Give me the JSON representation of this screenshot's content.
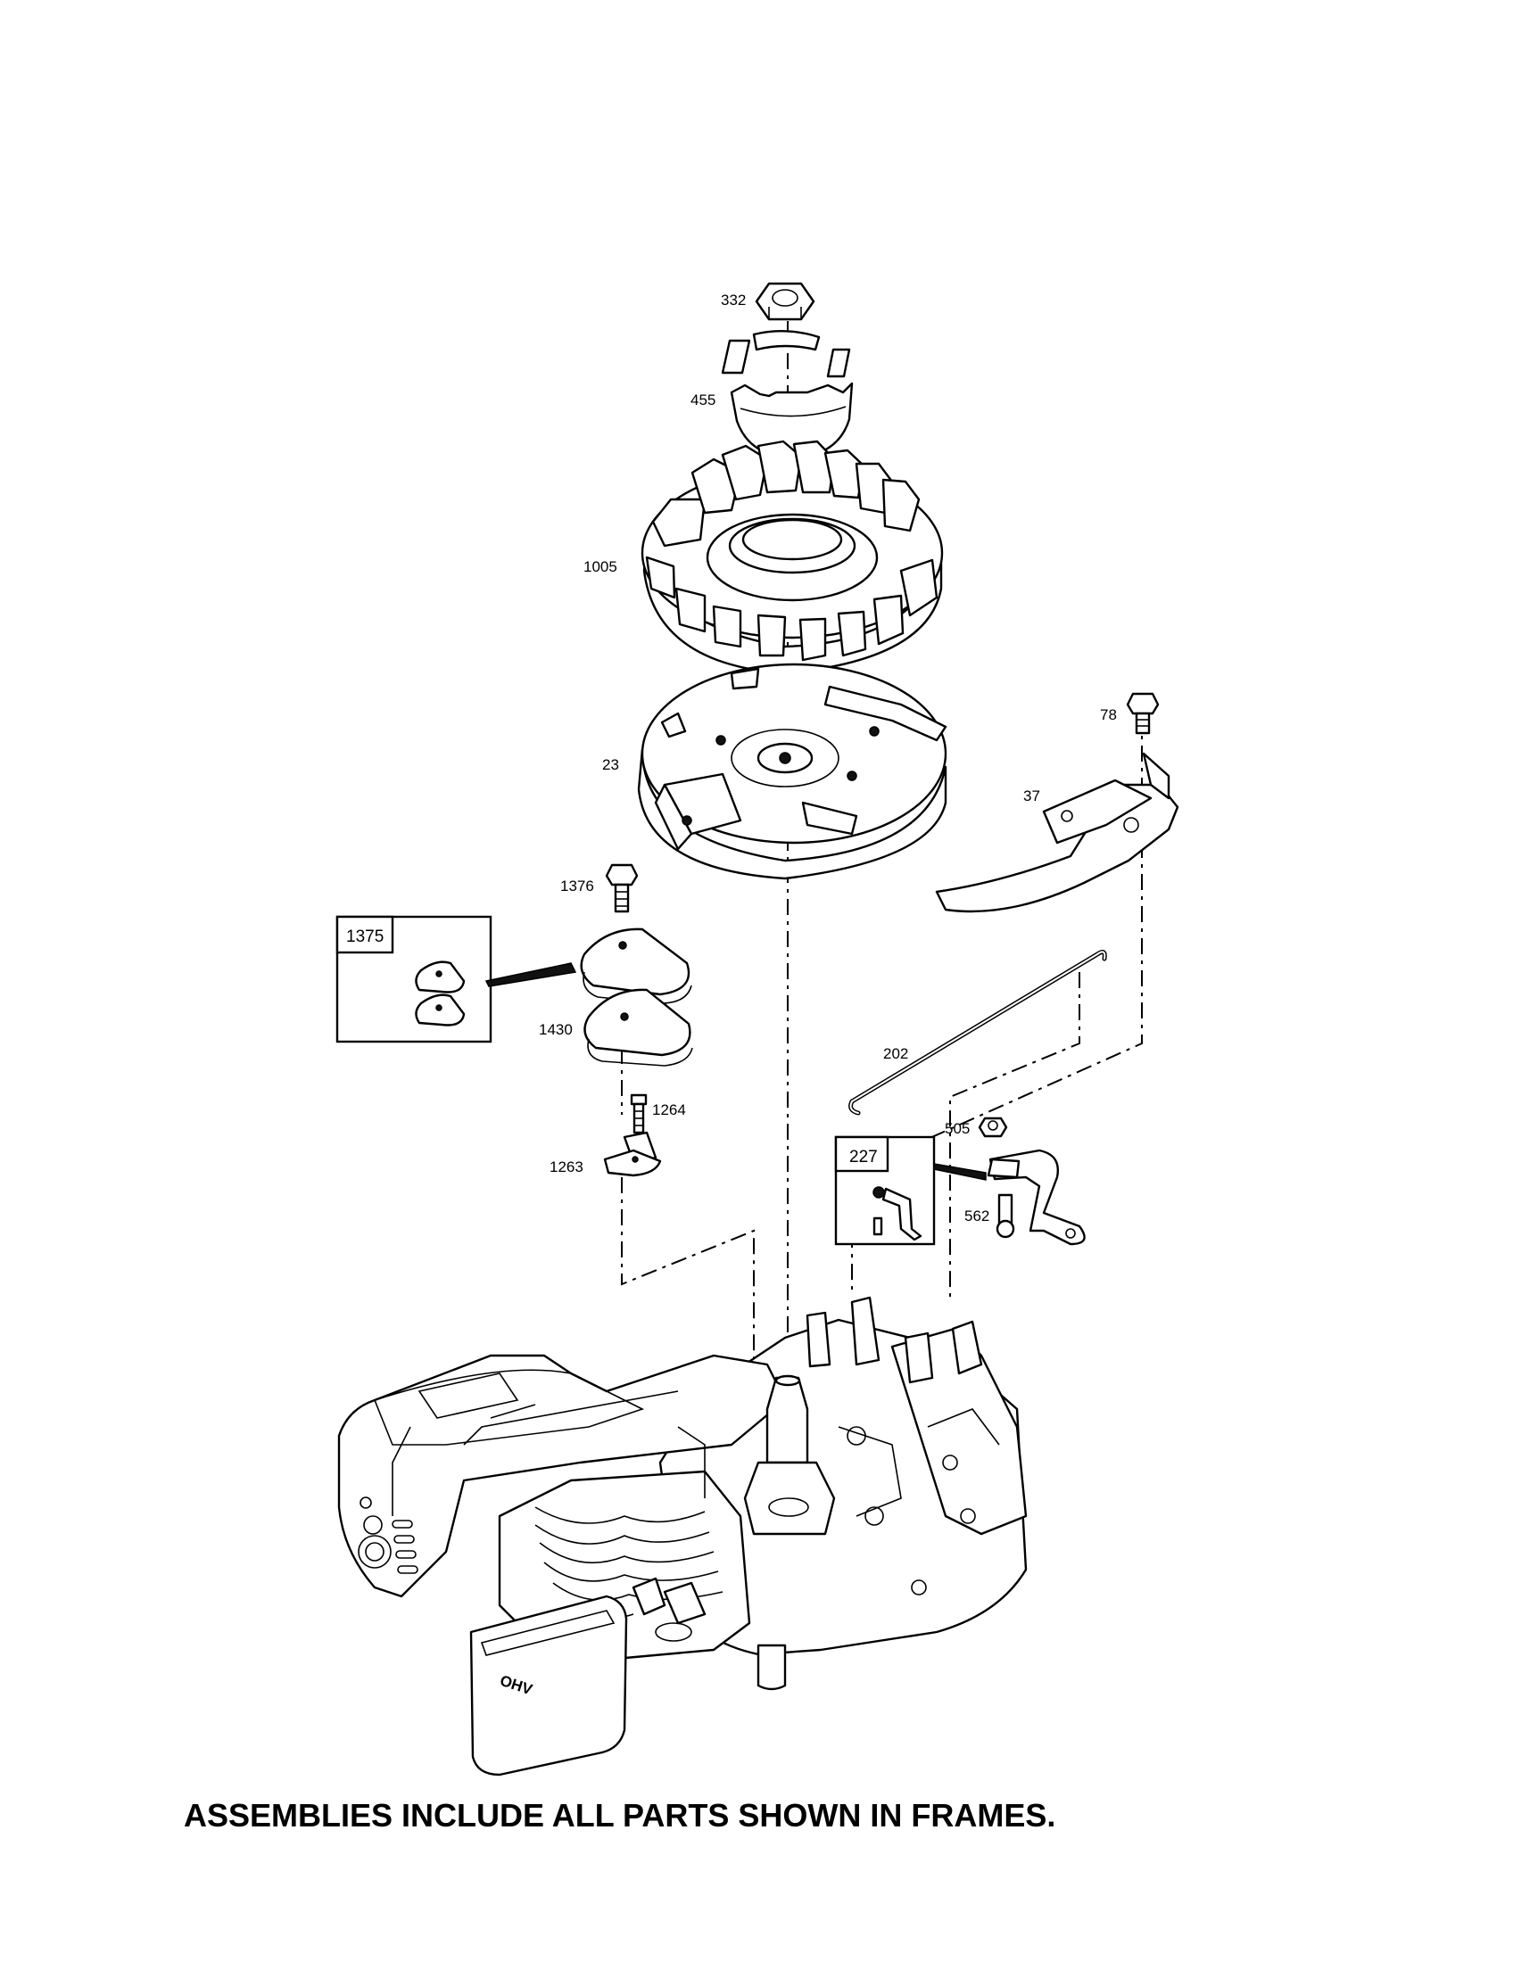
{
  "diagram": {
    "parts": [
      {
        "id": "332",
        "label": "332"
      },
      {
        "id": "455",
        "label": "455"
      },
      {
        "id": "1005",
        "label": "1005"
      },
      {
        "id": "23",
        "label": "23"
      },
      {
        "id": "78",
        "label": "78"
      },
      {
        "id": "37",
        "label": "37"
      },
      {
        "id": "1376",
        "label": "1376"
      },
      {
        "id": "1375",
        "label": "1375"
      },
      {
        "id": "1430",
        "label": "1430"
      },
      {
        "id": "1264",
        "label": "1264"
      },
      {
        "id": "1263",
        "label": "1263"
      },
      {
        "id": "202",
        "label": "202"
      },
      {
        "id": "505",
        "label": "505"
      },
      {
        "id": "227",
        "label": "227"
      },
      {
        "id": "562",
        "label": "562"
      }
    ],
    "engine_badge": "OHV"
  },
  "footer_note": "ASSEMBLIES INCLUDE ALL PARTS SHOWN IN FRAMES."
}
